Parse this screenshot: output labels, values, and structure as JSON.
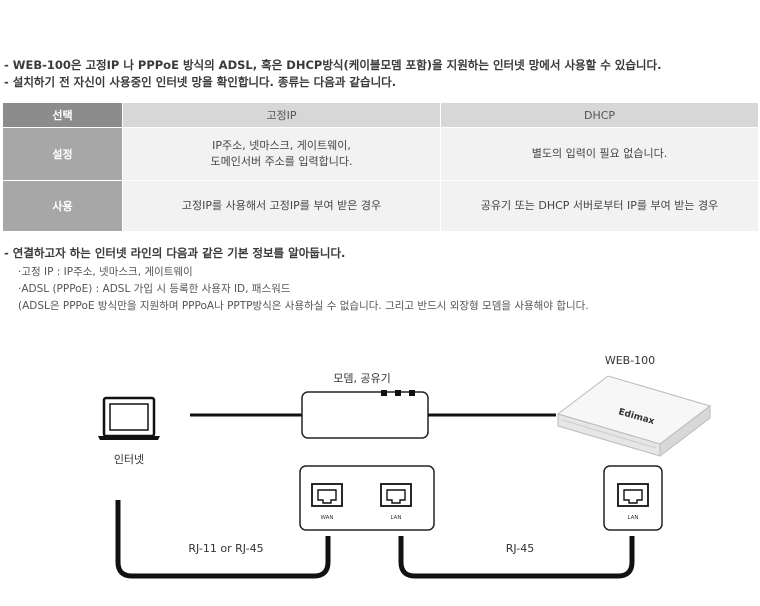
{
  "intro": {
    "line1": "- WEB-100은 고정IP 나 PPPoE 방식의 ADSL, 혹은 DHCP방식(케이블모뎀 포함)을 지원하는 인터넷 망에서 사용할 수 있습니다.",
    "line2": "- 설치하기 전 자신이 사용중인 인터넷 망을 확인합니다. 종류는 다음과 같습니다."
  },
  "table": {
    "headers": [
      "선택",
      "고정IP",
      "DHCP"
    ],
    "rows": [
      {
        "label": "설정",
        "static_l1": "IP주소, 넷마스크, 게이트웨이,",
        "static_l2": "도메인서버 주소를 입력합니다.",
        "dhcp": "별도의 입력이 필요 없습니다."
      },
      {
        "label": "사용",
        "static": "고정IP를 사용해서 고정IP를 부여 받은 경우",
        "dhcp": "공유기 또는 DHCP 서버로부터 IP를 부여 받는 경우"
      }
    ]
  },
  "info": {
    "heading": "- 연결하고자 하는 인터넷 라인의 다음과 같은 기본 정보를 알아둡니다.",
    "lines": [
      "·고정 IP : IP주소, 넷마스크, 게이트웨이",
      "·ADSL (PPPoE) : ADSL 가입 시 등록한 사용자 ID, 패스워드",
      "(ADSL은 PPPoE 방식만을 지원하며 PPPoA나 PPTP방식은 사용하실 수 없습니다. 그리고 반드시 외장형 모뎀을 사용해야 합니다."
    ]
  },
  "diagram": {
    "internet_label": "인터넷",
    "modem_label": "모뎀, 공유기",
    "device_label": "WEB-100",
    "brand_label": "Edimax",
    "port_wan": "WAN",
    "port_lan": "LAN",
    "port_device": "LAN",
    "cable1_label": "RJ-11 or RJ-45",
    "cable2_label": "RJ-45"
  }
}
